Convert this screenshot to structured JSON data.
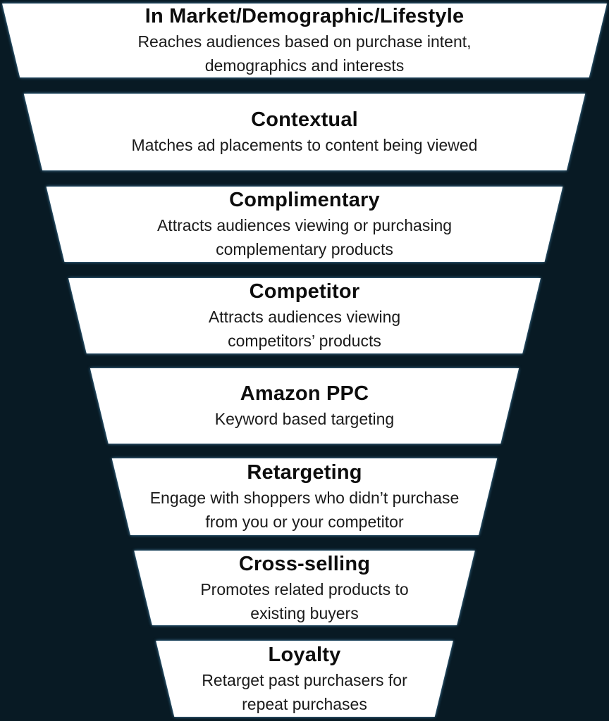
{
  "diagram": {
    "type": "funnel",
    "background_color": "#081a24",
    "panel_color": "#ffffff",
    "title_color": "#0d0d0d",
    "desc_color": "#1a1a1a",
    "edge_glow_color": "#60aad6"
  },
  "levels": [
    {
      "title": "In Market/Demographic/Lifestyle",
      "desc": "Reaches audiences based on purchase intent,\ndemographics and interests"
    },
    {
      "title": "Contextual",
      "desc": "Matches ad placements to content being viewed"
    },
    {
      "title": "Complimentary",
      "desc": "Attracts audiences viewing or purchasing\ncomplementary products"
    },
    {
      "title": "Competitor",
      "desc": "Attracts audiences viewing\ncompetitors’ products"
    },
    {
      "title": "Amazon PPC",
      "desc": "Keyword based targeting"
    },
    {
      "title": "Retargeting",
      "desc": "Engage with shoppers who didn’t purchase\nfrom you or your competitor"
    },
    {
      "title": "Cross-selling",
      "desc": "Promotes related products to\nexisting buyers"
    },
    {
      "title": "Loyalty",
      "desc": "Retarget past purchasers for\nrepeat purchases"
    }
  ]
}
